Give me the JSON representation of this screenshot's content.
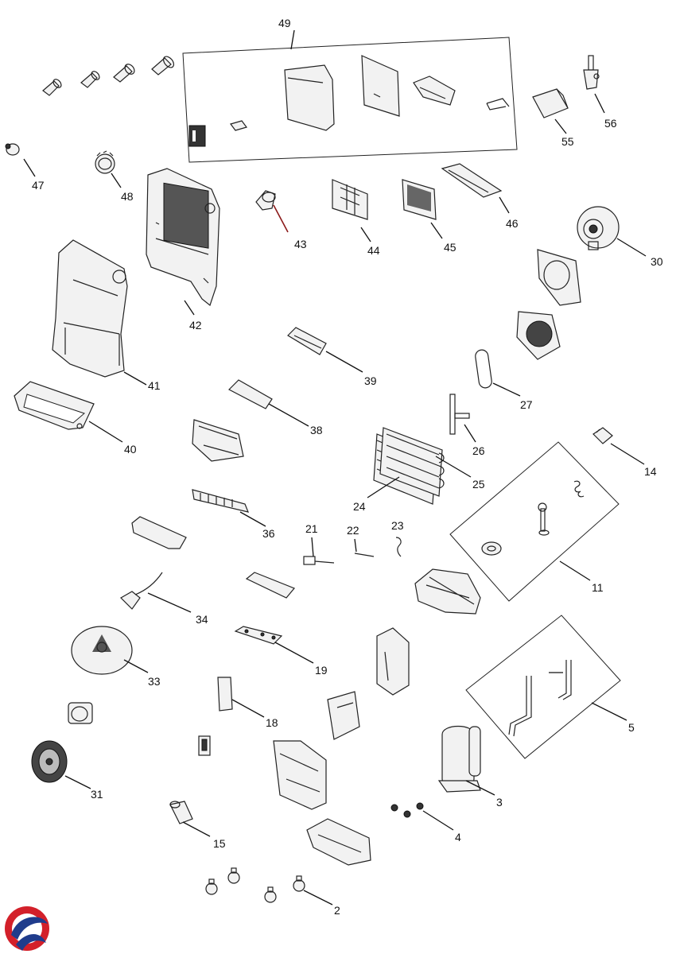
{
  "diagram": {
    "labels": {
      "p2": "2",
      "p3": "3",
      "p4": "4",
      "p5": "5",
      "p11": "11",
      "p14": "14",
      "p15": "15",
      "p18": "18",
      "p19": "19",
      "p21": "21",
      "p22": "22",
      "p23": "23",
      "p24": "24",
      "p25": "25",
      "p26": "26",
      "p27": "27",
      "p30": "30",
      "p31": "31",
      "p33": "33",
      "p34": "34",
      "p36": "36",
      "p38": "38",
      "p39": "39",
      "p40": "40",
      "p41": "41",
      "p42": "42",
      "p43": "43",
      "p44": "44",
      "p45": "45",
      "p46": "46",
      "p47": "47",
      "p48": "48",
      "p49": "49",
      "p55": "55",
      "p56": "56"
    },
    "logo_colors": {
      "red": "#d3202a",
      "blue": "#1f3c8c"
    }
  }
}
